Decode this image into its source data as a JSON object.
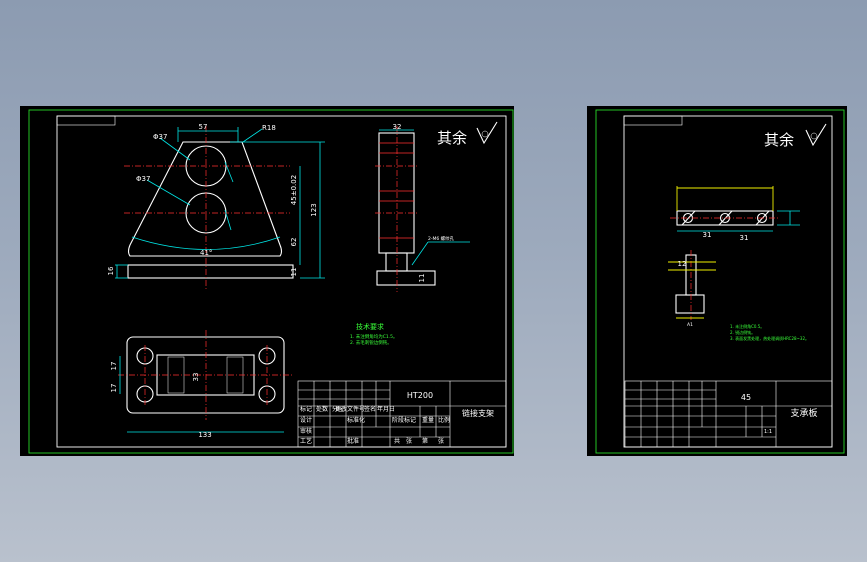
{
  "left_sheet": {
    "roughness_note": "其余",
    "dims": {
      "top_width": "57",
      "chamfer_r": "R18",
      "hole_dia_upper": "Φ37",
      "hole_dia_lower": "Φ37",
      "height_total": "123",
      "side_gap": "45±0.02",
      "lower_height": "62",
      "angle": "41°",
      "base_thickness": "16",
      "base_offset": "11",
      "side_width": "32",
      "side_base": "11",
      "plan_17a": "17",
      "plan_17b": "17",
      "plan_center": "33",
      "plan_width": "133",
      "leader_note": "2-M6 螺纹孔"
    },
    "tech_req_title": "技术要求",
    "tech_req_lines": [
      "1. 未注倒角均为C1.5。",
      "2. 去毛刺锐边倒钝。"
    ],
    "material": "HT200",
    "part_name": "链接支架",
    "tb_cells": {
      "row_a": [
        "标记",
        "处数",
        "分区",
        "更改文件号",
        "签名",
        "年月日"
      ],
      "row_b": [
        "设计",
        "",
        "标准化",
        "",
        "阶段标记",
        "重量",
        "比例"
      ],
      "row_c": [
        "审核",
        "",
        "",
        "",
        "",
        "",
        ""
      ],
      "row_d": [
        "工艺",
        "",
        "批准",
        "",
        "共",
        "张",
        "第",
        "张"
      ]
    }
  },
  "right_sheet": {
    "roughness_note": "其余",
    "dims": {
      "left_31": "31",
      "right_31": "31",
      "side_12": "12",
      "side_note": "A1"
    },
    "notes": [
      "1. 未注倒角C0.5。",
      "2. 锐边倒钝。",
      "3. 表面发黑处理，热处理调质HRC28~32。"
    ],
    "material": "45",
    "part_name": "支承板",
    "ratio": "1:1"
  }
}
